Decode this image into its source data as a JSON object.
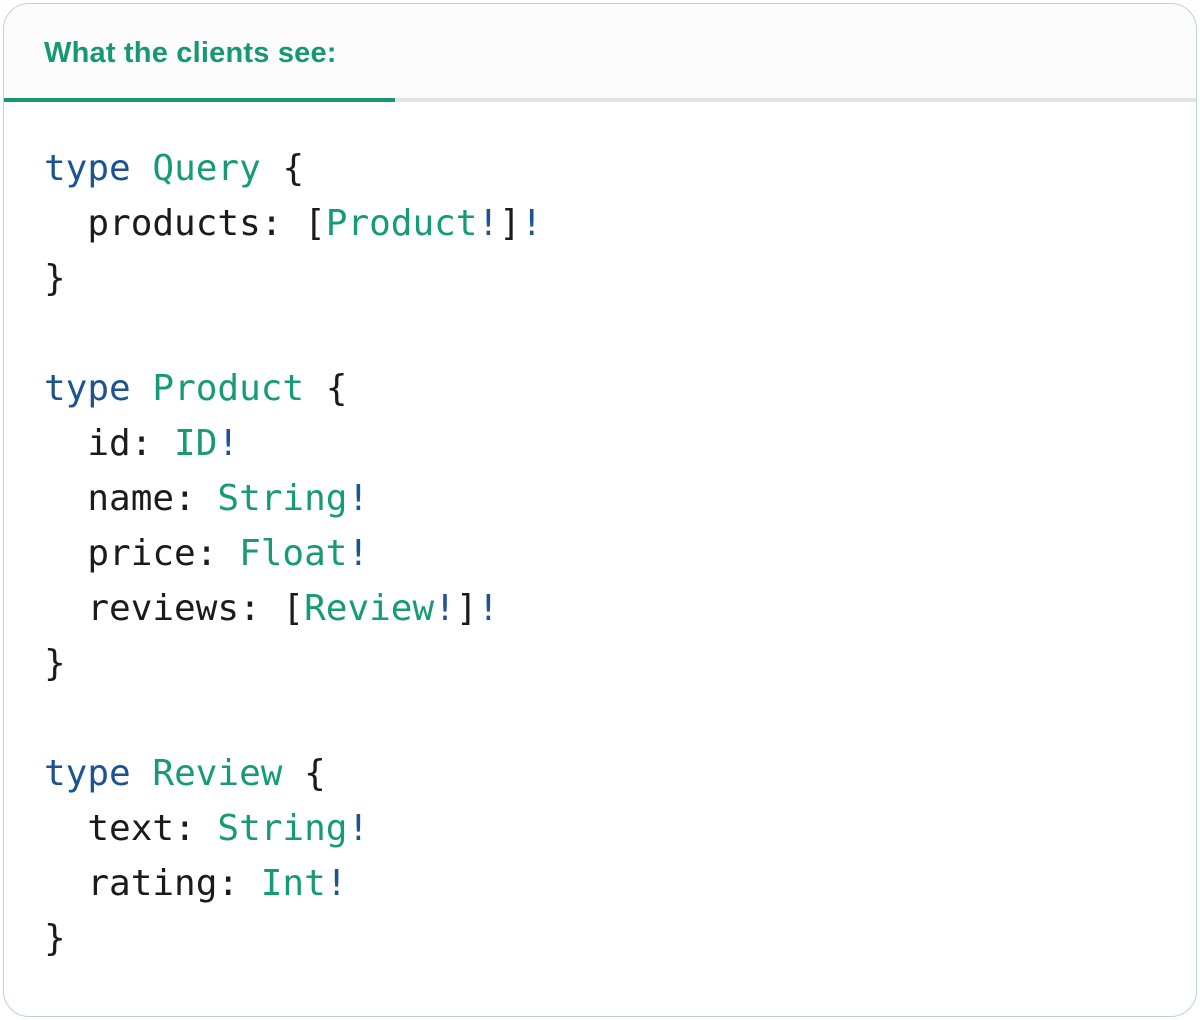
{
  "card": {
    "tab_label": "What the clients see:"
  },
  "colors": {
    "accent_teal": "#169873",
    "keyword_blue": "#1b5393",
    "type_green": "#179a76",
    "punct_dark": "#1b1b1b",
    "tabbar_bg": "#fcfcfc",
    "inactive_underline": "#e3e3e3",
    "border_green": "#b9d7c1"
  },
  "code": {
    "language": "graphql",
    "lines": [
      [
        [
          "type",
          "kw"
        ],
        [
          " ",
          "pl"
        ],
        [
          "Query",
          "ty"
        ],
        [
          " {",
          "pl"
        ]
      ],
      [
        [
          "  products: [",
          "pl"
        ],
        [
          "Product",
          "ty"
        ],
        [
          "!",
          "kw"
        ],
        [
          "]",
          "pl"
        ],
        [
          "!",
          "kw"
        ]
      ],
      [
        [
          "}",
          "pl"
        ]
      ],
      [],
      [
        [
          "type",
          "kw"
        ],
        [
          " ",
          "pl"
        ],
        [
          "Product",
          "ty"
        ],
        [
          " {",
          "pl"
        ]
      ],
      [
        [
          "  id: ",
          "pl"
        ],
        [
          "ID",
          "ty"
        ],
        [
          "!",
          "kw"
        ]
      ],
      [
        [
          "  name: ",
          "pl"
        ],
        [
          "String",
          "ty"
        ],
        [
          "!",
          "kw"
        ]
      ],
      [
        [
          "  price: ",
          "pl"
        ],
        [
          "Float",
          "ty"
        ],
        [
          "!",
          "kw"
        ]
      ],
      [
        [
          "  reviews: [",
          "pl"
        ],
        [
          "Review",
          "ty"
        ],
        [
          "!",
          "kw"
        ],
        [
          "]",
          "pl"
        ],
        [
          "!",
          "kw"
        ]
      ],
      [
        [
          "}",
          "pl"
        ]
      ],
      [],
      [
        [
          "type",
          "kw"
        ],
        [
          " ",
          "pl"
        ],
        [
          "Review",
          "ty"
        ],
        [
          " {",
          "pl"
        ]
      ],
      [
        [
          "  text: ",
          "pl"
        ],
        [
          "String",
          "ty"
        ],
        [
          "!",
          "kw"
        ]
      ],
      [
        [
          "  rating: ",
          "pl"
        ],
        [
          "Int",
          "ty"
        ],
        [
          "!",
          "kw"
        ]
      ],
      [
        [
          "}",
          "pl"
        ]
      ]
    ]
  }
}
